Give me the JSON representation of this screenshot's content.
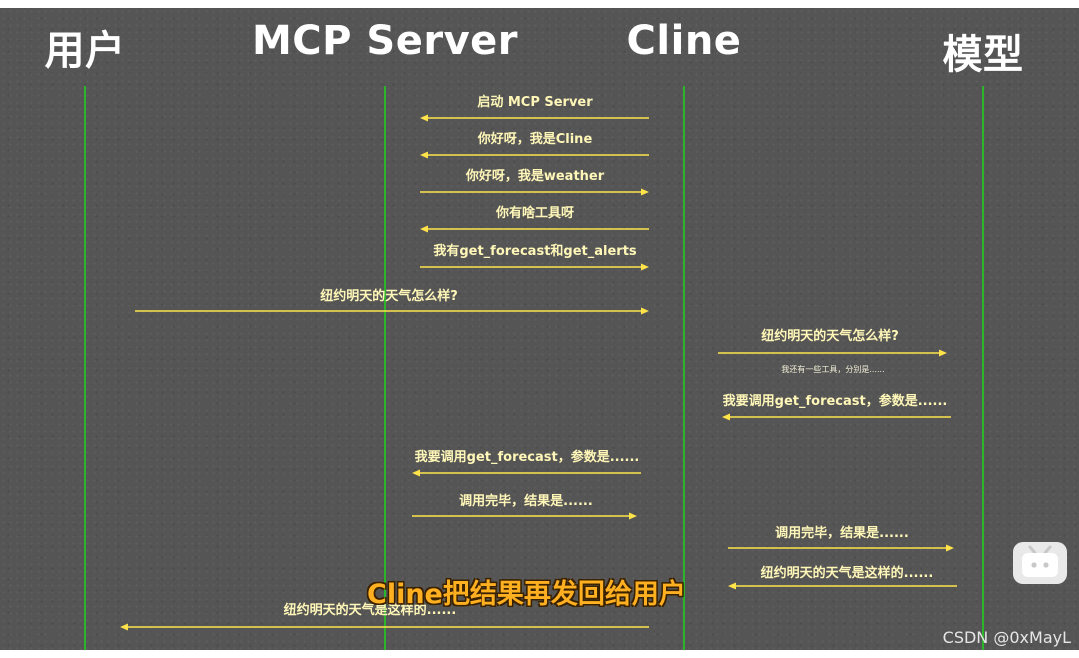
{
  "participants": [
    {
      "id": "user",
      "label": "用户"
    },
    {
      "id": "mcp_server",
      "label": "MCP Server"
    },
    {
      "id": "cline",
      "label": "Cline"
    },
    {
      "id": "model",
      "label": "模型"
    }
  ],
  "messages": [
    {
      "text": "启动 MCP Server",
      "from": "cline",
      "to": "mcp_server"
    },
    {
      "text": "你好呀，我是Cline",
      "from": "cline",
      "to": "mcp_server"
    },
    {
      "text": "你好呀，我是weather",
      "from": "mcp_server",
      "to": "cline"
    },
    {
      "text": "你有啥工具呀",
      "from": "cline",
      "to": "mcp_server"
    },
    {
      "text": "我有get_forecast和get_alerts",
      "from": "mcp_server",
      "to": "cline"
    },
    {
      "text": "纽约明天的天气怎么样?",
      "from": "user",
      "to": "cline"
    },
    {
      "text": "纽约明天的天气怎么样?",
      "note": "我还有一些工具，分别是......",
      "from": "cline",
      "to": "model"
    },
    {
      "text": "我要调用get_forecast，参数是......",
      "from": "model",
      "to": "cline"
    },
    {
      "text": "我要调用get_forecast，参数是......",
      "from": "cline",
      "to": "mcp_server"
    },
    {
      "text": "调用完毕，结果是......",
      "from": "mcp_server",
      "to": "cline"
    },
    {
      "text": "调用完毕，结果是......",
      "from": "cline",
      "to": "model"
    },
    {
      "text": "纽约明天的天气是这样的......",
      "from": "model",
      "to": "cline"
    },
    {
      "text": "纽约明天的天气是这样的......",
      "from": "cline",
      "to": "user"
    }
  ],
  "caption": "Cline把结果再发回给用户",
  "watermark": "CSDN @0xMayL",
  "colors": {
    "background": "#555555",
    "lifeline": "#2bb52b",
    "arrow": "#ffe34a",
    "label": "#fff7b8",
    "caption": "#ffb020"
  },
  "icons": [
    "bilibili-tv-icon"
  ]
}
